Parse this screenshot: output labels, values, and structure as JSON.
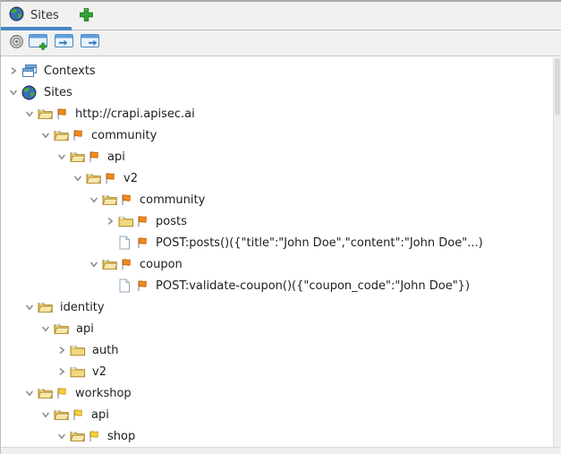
{
  "panel": {
    "title": "Sites"
  },
  "tabbar": {
    "tabs": [
      {
        "label": "Sites",
        "icon": "globe-icon",
        "selected": true
      }
    ],
    "add_tab": {
      "icon": "plus-icon",
      "label": ""
    }
  },
  "toolbar": {
    "buttons": [
      {
        "name": "show-only-urls-in-scope-button",
        "icon": "target-icon",
        "enabled": false
      },
      {
        "name": "new-context-button",
        "icon": "window-add-icon",
        "enabled": true
      },
      {
        "name": "import-context-button",
        "icon": "window-import-icon",
        "enabled": true
      },
      {
        "name": "export-context-button",
        "icon": "window-export-icon",
        "enabled": true
      }
    ]
  },
  "tree": {
    "rows": [
      {
        "level": 0,
        "state": "collapsed",
        "icon": "contexts-icon",
        "flag": null,
        "label": "Contexts"
      },
      {
        "level": 0,
        "state": "expanded",
        "icon": "globe-icon",
        "flag": null,
        "label": "Sites"
      },
      {
        "level": 1,
        "state": "expanded",
        "icon": "folder-open-icon",
        "flag": "orange",
        "label": "http://crapi.apisec.ai"
      },
      {
        "level": 2,
        "state": "expanded",
        "icon": "folder-open-icon",
        "flag": "orange",
        "label": "community"
      },
      {
        "level": 3,
        "state": "expanded",
        "icon": "folder-open-icon",
        "flag": "orange",
        "label": "api"
      },
      {
        "level": 4,
        "state": "expanded",
        "icon": "folder-open-icon",
        "flag": "orange",
        "label": "v2"
      },
      {
        "level": 5,
        "state": "expanded",
        "icon": "folder-open-icon",
        "flag": "orange",
        "label": "community"
      },
      {
        "level": 6,
        "state": "collapsed",
        "icon": "folder-closed-icon",
        "flag": "orange",
        "label": "posts"
      },
      {
        "level": 6,
        "state": "leaf",
        "icon": "file-icon",
        "flag": "orange",
        "label": "POST:posts()({\"title\":\"John Doe\",\"content\":\"John Doe\"...)"
      },
      {
        "level": 5,
        "state": "expanded",
        "icon": "folder-open-icon",
        "flag": "orange",
        "label": "coupon"
      },
      {
        "level": 6,
        "state": "leaf",
        "icon": "file-icon",
        "flag": "orange",
        "label": "POST:validate-coupon()({\"coupon_code\":\"John Doe\"})"
      },
      {
        "level": 1,
        "state": "expanded",
        "icon": "folder-open-icon",
        "flag": null,
        "label": "identity"
      },
      {
        "level": 2,
        "state": "expanded",
        "icon": "folder-open-icon",
        "flag": null,
        "label": "api"
      },
      {
        "level": 3,
        "state": "collapsed",
        "icon": "folder-closed-icon",
        "flag": null,
        "label": "auth"
      },
      {
        "level": 3,
        "state": "collapsed",
        "icon": "folder-closed-icon",
        "flag": null,
        "label": "v2"
      },
      {
        "level": 1,
        "state": "expanded",
        "icon": "folder-open-icon",
        "flag": "yellow",
        "label": "workshop"
      },
      {
        "level": 2,
        "state": "expanded",
        "icon": "folder-open-icon",
        "flag": "yellow",
        "label": "api"
      },
      {
        "level": 3,
        "state": "expanded",
        "icon": "folder-open-icon",
        "flag": "yellow",
        "label": "shop"
      }
    ]
  },
  "colors": {
    "accent_blue": "#4585c5",
    "toolbar_bg": "#f2f1f0",
    "flag_orange": "#f58a1d",
    "flag_yellow": "#f2d23c",
    "folder_tan": "#f1d77e",
    "plus_green": "#35a535"
  }
}
